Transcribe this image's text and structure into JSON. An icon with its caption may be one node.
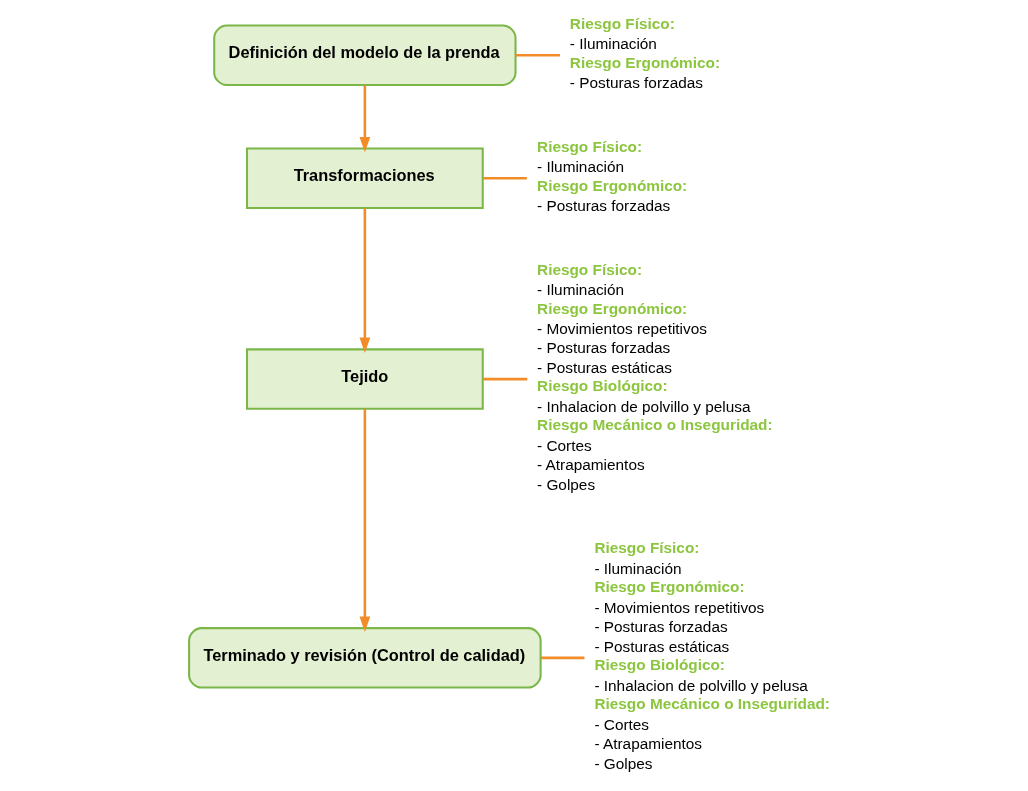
{
  "diagram": {
    "nodes": [
      {
        "text": [
          "Definición del modelo de la prenda"
        ]
      },
      {
        "text": [
          "Riesgo Físico:",
          "- Iluminación",
          "Riesgo Ergonómico:",
          "- Posturas forzadas"
        ]
      },
      {
        "text": [
          "Transformaciones"
        ]
      },
      {
        "text": [
          "Riesgo Físico:",
          "- Iluminación",
          "Riesgo Ergonómico:",
          "- Posturas forzadas"
        ]
      },
      {
        "text": [
          "Riesgo Físico:",
          "- Iluminación",
          "Riesgo Ergonómico:",
          "- Movimientos repetitivos",
          "- Posturas forzadas",
          "- Posturas estáticas",
          "Riesgo Biológico:",
          "- Inhalacion de polvillo y pelusa",
          "Riesgo Mecánico o Inseguridad:",
          "- Cortes",
          "- Atrapamientos",
          "- Golpes"
        ]
      },
      {
        "text": [
          "Tejido"
        ]
      },
      {
        "text": [
          "Terminado y revisión (Control de calidad)"
        ]
      },
      {
        "text": [
          "Riesgo Físico:",
          "- Iluminación",
          "Riesgo Ergonómico:",
          "- Movimientos repetitivos",
          "- Posturas forzadas",
          "- Posturas estáticas",
          "Riesgo Biológico:",
          "- Inhalacion de polvillo y pelusa",
          "Riesgo Mecánico o Inseguridad:",
          "- Cortes",
          "- Atrapamientos",
          "- Golpes"
        ]
      }
    ],
    "edges": [
      {
        "from": 0,
        "to": 1,
        "arrow": "none"
      },
      {
        "from": 0,
        "to": 2,
        "arrow": "to"
      },
      {
        "from": 2,
        "to": 3,
        "arrow": "none"
      },
      {
        "from": 2,
        "to": 5,
        "arrow": "to"
      },
      {
        "from": 5,
        "to": 4,
        "arrow": "none"
      },
      {
        "from": 5,
        "to": 6,
        "arrow": "to"
      },
      {
        "from": 6,
        "to": 7,
        "arrow": "none"
      }
    ]
  }
}
